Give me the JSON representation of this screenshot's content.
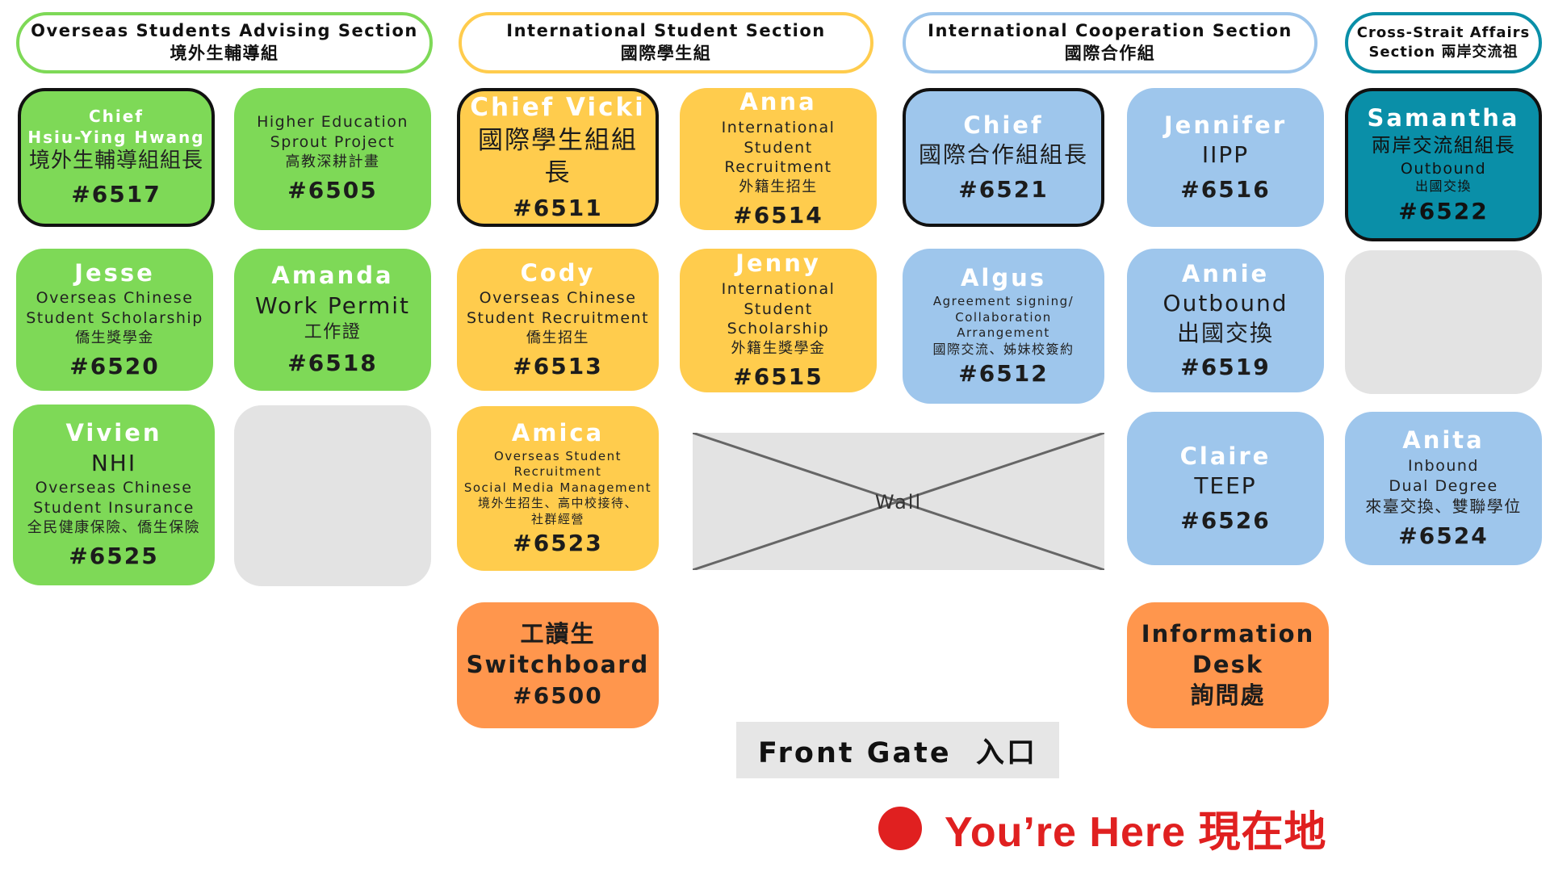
{
  "sections": {
    "advising": {
      "title_en": "Overseas Students Advising Section",
      "title_zh": "境外生輔導組",
      "color": "#7ed957"
    },
    "international": {
      "title_en": "International Student Section",
      "title_zh": "國際學生組",
      "color": "#ffcc4d"
    },
    "cooperation": {
      "title_en": "International Cooperation Section",
      "title_zh": "國際合作組",
      "color": "#9ec6ec"
    },
    "crossstrait": {
      "title_en": "Cross-Strait Affairs",
      "title_zh": "Section 兩岸交流祖",
      "color": "#0a8fa8"
    }
  },
  "cards": {
    "hwang": {
      "name1": "Chief",
      "name2": "Hsiu-Ying Hwang",
      "role": "境外生輔導組組長",
      "ext": "#6517"
    },
    "hesp": {
      "role1": "Higher Education",
      "role2": "Sprout Project",
      "zh": "高教深耕計畫",
      "ext": "#6505"
    },
    "jesse": {
      "name": "Jesse",
      "role1": "Overseas Chinese",
      "role2": "Student Scholarship",
      "zh": "僑生獎學金",
      "ext": "#6520"
    },
    "amanda": {
      "name": "Amanda",
      "role": "Work Permit",
      "zh": "工作證",
      "ext": "#6518"
    },
    "vivien": {
      "name": "Vivien",
      "role": "NHI",
      "role1": "Overseas Chinese",
      "role2": "Student Insurance",
      "zh": "全民健康保險、僑生保險",
      "ext": "#6525"
    },
    "vicki": {
      "name": "Chief Vicki",
      "role": "國際學生組組長",
      "ext": "#6511"
    },
    "anna": {
      "name": "Anna",
      "role1": "International Student",
      "role2": "Recruitment",
      "zh": "外籍生招生",
      "ext": "#6514"
    },
    "cody": {
      "name": "Cody",
      "role1": "Overseas Chinese",
      "role2": "Student Recruitment",
      "zh": "僑生招生",
      "ext": "#6513"
    },
    "jenny": {
      "name": "Jenny",
      "role1": "International Student",
      "role2": "Scholarship",
      "zh": "外籍生獎學金",
      "ext": "#6515"
    },
    "amica": {
      "name": "Amica",
      "role1": "Overseas Student",
      "role2": "Recruitment",
      "role3": "Social Media Management",
      "zh1": "境外生招生、高中校接待、",
      "zh2": "社群經營",
      "ext": "#6523"
    },
    "coopchief": {
      "name": "Chief",
      "role": "國際合作組組長",
      "ext": "#6521"
    },
    "jennifer": {
      "name": "Jennifer",
      "role": "IIPP",
      "ext": "#6516"
    },
    "algus": {
      "name": "Algus",
      "role1": "Agreement signing/",
      "role2": "Collaboration",
      "role3": "Arrangement",
      "zh": "國際交流、姊妹校簽約",
      "ext": "#6512"
    },
    "annie": {
      "name": "Annie",
      "role": "Outbound",
      "zh": "出國交換",
      "ext": "#6519"
    },
    "claire": {
      "name": "Claire",
      "role": "TEEP",
      "ext": "#6526"
    },
    "samantha": {
      "name": "Samantha",
      "role": "兩岸交流組組長",
      "role2": "Outbound",
      "zh": "出國交換",
      "ext": "#6522"
    },
    "anita": {
      "name": "Anita",
      "role1": "Inbound",
      "role2": "Dual Degree",
      "zh": "來臺交換、雙聯學位",
      "ext": "#6524"
    },
    "switchboard": {
      "line1": "工讀生",
      "line2": "Switchboard",
      "ext": "#6500"
    },
    "infodesk": {
      "line1": "Information",
      "line2": "Desk",
      "line3": "詢問處"
    }
  },
  "wall": {
    "label": "Wall"
  },
  "gate": {
    "label": "Front Gate  入口"
  },
  "here": {
    "label": "You’re Here 現在地",
    "color": "#e02020"
  }
}
